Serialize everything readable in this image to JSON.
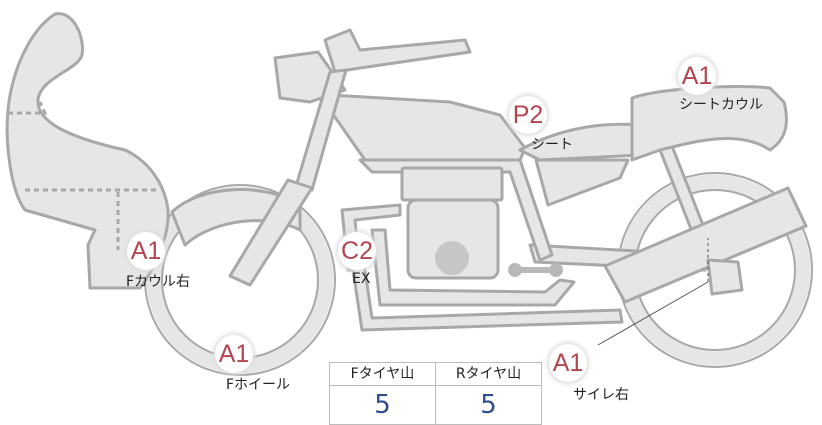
{
  "parts": [
    {
      "id": "f-cowl",
      "grade": "A1",
      "label": "Fカウル右"
    },
    {
      "id": "f-wheel",
      "grade": "A1",
      "label": "Fホイール"
    },
    {
      "id": "ex",
      "grade": "C2",
      "label": "EX"
    },
    {
      "id": "seat",
      "grade": "P2",
      "label": "シート"
    },
    {
      "id": "seat-cowl",
      "grade": "A1",
      "label": "シートカウル"
    },
    {
      "id": "muffler",
      "grade": "A1",
      "label": "サイレ右"
    }
  ],
  "tread": {
    "front_label": "Fタイヤ山",
    "front_value": "5",
    "rear_label": "Rタイヤ山",
    "rear_value": "5"
  },
  "colors": {
    "badge_text": "#b4454f",
    "value_text": "#2f4f8a",
    "part_fill": "#e6e6e4",
    "part_stroke": "#a8a8a8"
  }
}
